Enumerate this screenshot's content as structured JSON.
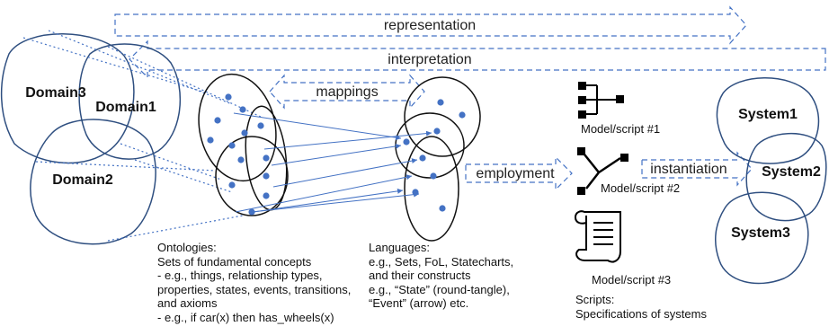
{
  "arrows": {
    "representation": "representation",
    "interpretation": "interpretation",
    "mappings": "mappings",
    "employment": "employment",
    "instantiation": "instantiation"
  },
  "domains": [
    "Domain3",
    "Domain1",
    "Domain2"
  ],
  "systems": [
    "System1",
    "System2",
    "System3"
  ],
  "models": [
    "Model/script #1",
    "Model/script #2",
    "Model/script #3"
  ],
  "ontologies": {
    "lines": [
      "Ontologies:",
      "Sets of fundamental concepts",
      "- e.g., things, relationship types,",
      "properties, states, events, transitions,",
      "and axioms",
      "- e.g., if car(x) then has_wheels(x)"
    ]
  },
  "languages": {
    "lines": [
      "Languages:",
      "e.g., Sets, FoL, Statecharts,",
      "and their constructs",
      "e.g., “State” (round-tangle),",
      "“Event” (arrow) etc."
    ]
  },
  "scripts": {
    "lines": [
      "Scripts:",
      "Specifications of systems"
    ]
  },
  "icons": [
    "hierarchy-icon",
    "branch-icon",
    "scroll-icon"
  ],
  "colors": {
    "accent": "#4472c4",
    "dot": "#4472c4",
    "outline": "#2f4f80",
    "ellipse": "#111111"
  }
}
